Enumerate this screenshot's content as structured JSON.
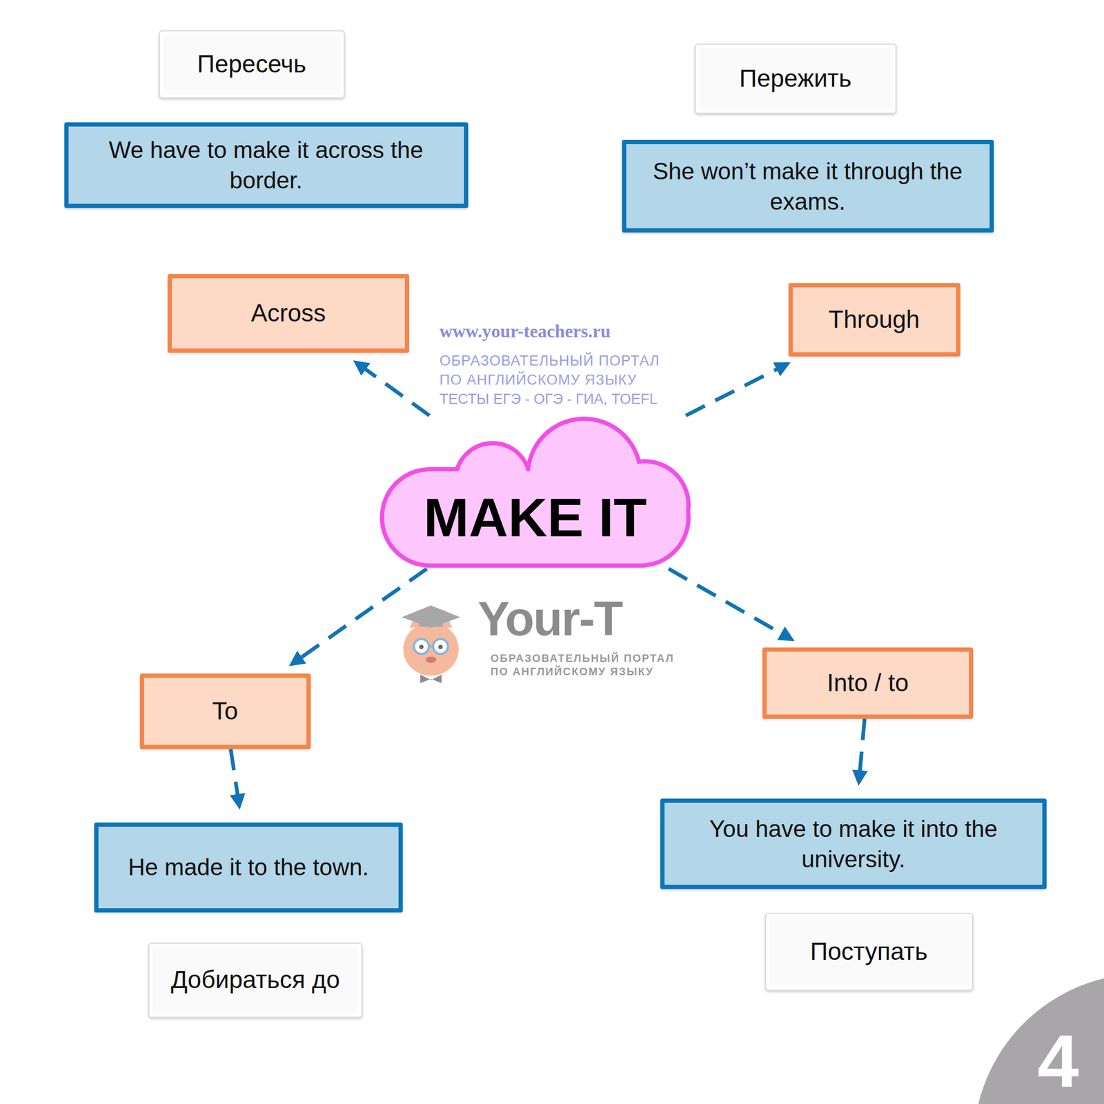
{
  "diagram": {
    "nodes": [
      {
        "text": [
          "Пересечь"
        ]
      },
      {
        "text": [
          "We have to make it across the border."
        ]
      },
      {
        "text": [
          "Пережить"
        ]
      },
      {
        "text": [
          "She won’t make it through the exams."
        ]
      },
      {
        "text": [
          "Across"
        ]
      },
      {
        "text": [
          "Through"
        ]
      },
      {
        "text": [
          "MAKE IT"
        ]
      },
      {
        "text": [
          "To"
        ]
      },
      {
        "text": [
          "Into / to"
        ]
      },
      {
        "text": [
          "You have to make it into the university."
        ]
      },
      {
        "text": [
          "He made it to the town."
        ]
      },
      {
        "text": [
          "Поступать"
        ]
      },
      {
        "text": [
          "Добираться до"
        ]
      }
    ],
    "edges": [
      {
        "from": 6,
        "to": 4,
        "arrow": "to"
      },
      {
        "from": 6,
        "to": 5,
        "arrow": "to"
      },
      {
        "from": 6,
        "to": 7,
        "arrow": "to"
      },
      {
        "from": 6,
        "to": 8,
        "arrow": "to"
      },
      {
        "from": 7,
        "to": 10,
        "arrow": "to"
      },
      {
        "from": 8,
        "to": 9,
        "arrow": "to"
      }
    ],
    "labels": [
      "www.your-teachers.ru",
      "ОБРАЗОВАТЕЛЬНЫЙ ПОРТАЛ",
      "ПО АНГЛИЙСКОМУ ЯЗЫКУ",
      "ТЕСТЫ ЕГЭ - ОГЭ - ГИА, TOEFL",
      "Your-T",
      "ОБРАЗОВАТЕЛЬНЫЙ ПОРТАЛ",
      "ПО АНГЛИЙСКОМУ ЯЗЫКУ",
      "4"
    ]
  }
}
